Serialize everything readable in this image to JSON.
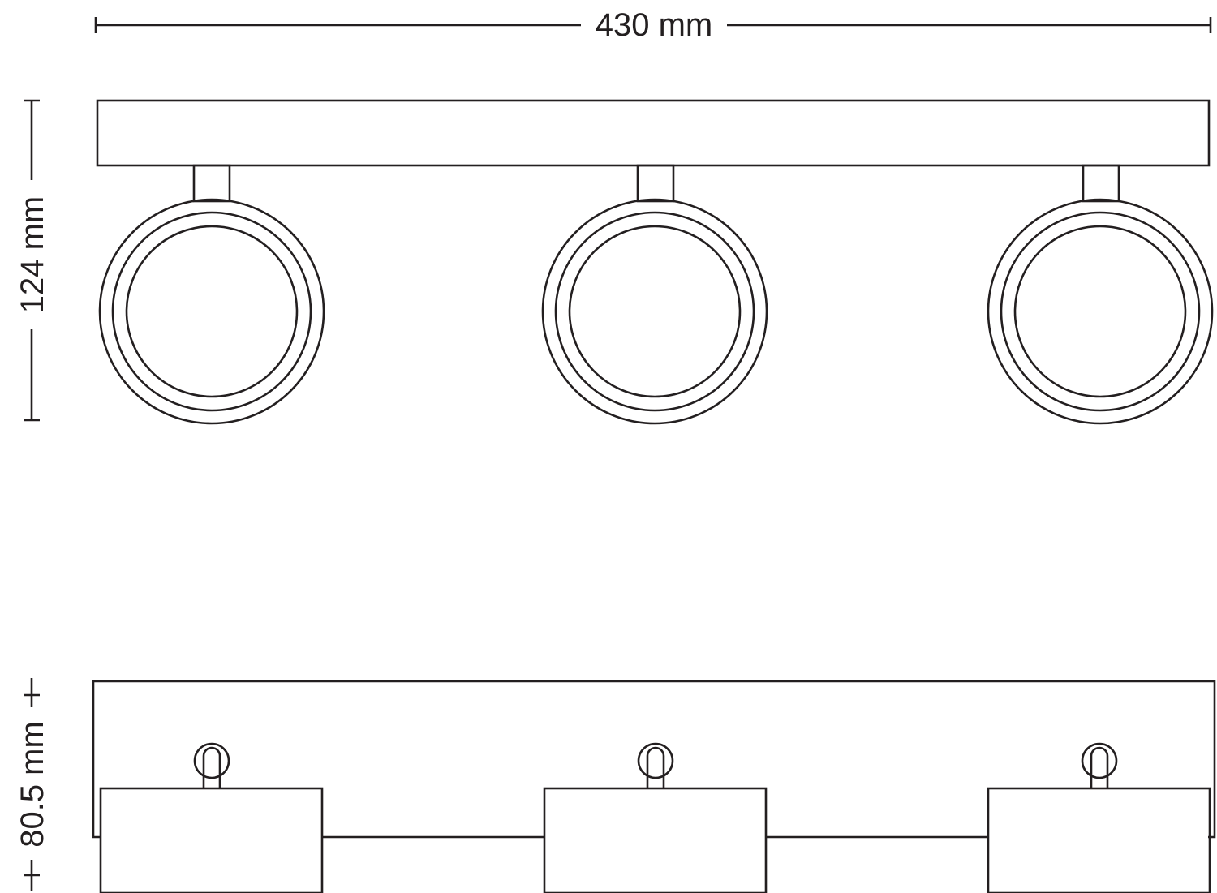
{
  "dimensions": {
    "width": "430 mm",
    "height": "124 mm",
    "depth": "80.5 mm"
  },
  "colors": {
    "line": "#231f20",
    "background": "#ffffff"
  }
}
